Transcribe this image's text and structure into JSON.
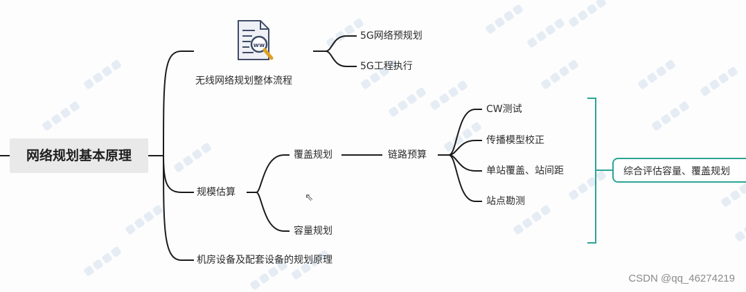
{
  "root": {
    "label": "网络规划基本原理"
  },
  "branches": {
    "process": {
      "label": "无线网络规划整体流程",
      "icon": "web-document-icon",
      "children": [
        "5G网络预规划",
        "5G工程执行"
      ]
    },
    "estimation": {
      "label": "规模估算",
      "coverage": {
        "label": "覆盖规划",
        "link_budget": {
          "label": "链路预算",
          "children": [
            "CW测试",
            "传播模型校正",
            "单站覆盖、站间距",
            "站点勘测"
          ]
        }
      },
      "capacity": {
        "label": "容量规划"
      }
    },
    "equipment": {
      "label": "机房设备及配套设备的规划原理"
    }
  },
  "summary": {
    "label": "综合评估容量、覆盖规划"
  },
  "credit": "CSDN @qq_46274219",
  "colors": {
    "line": "#1a1a1a",
    "summary": "#2aa395",
    "root_bg": "#e9e9e9",
    "watermark": "#b9cde6"
  }
}
